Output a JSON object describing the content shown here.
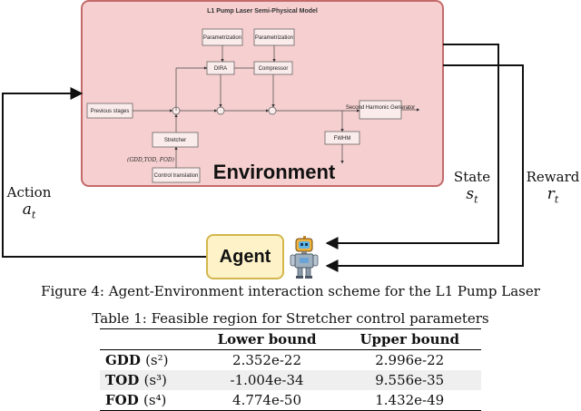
{
  "figure": {
    "model_title": "L1 Pump Laser Semi-Physical Model",
    "environment_label": "Environment",
    "agent_label": "Agent",
    "action_label": "Action",
    "action_symbol": "a",
    "action_sub": "t",
    "state_label": "State",
    "state_symbol": "s",
    "state_sub": "t",
    "reward_label": "Reward",
    "reward_symbol": "r",
    "reward_sub": "t",
    "blocks": {
      "parametrization_1": "Parametrization",
      "parametrization_2": "Parametrization",
      "dira": "DIRA",
      "compressor": "Compressor",
      "stretcher": "Stretcher",
      "control_translation": "Control translation",
      "previous_stages": "Previous stages",
      "fwhm": "FWHM",
      "shg": "Second Harmonic Generator",
      "dispersion_params": "(GDD,TOD, FOD)"
    },
    "colors": {
      "env_fill": "#f6d0d0",
      "env_border": "#c46a6a",
      "agent_fill": "#fdf2c8",
      "agent_border": "#d3b64c"
    },
    "robot_icon": "robot-icon"
  },
  "figure_caption": "Figure 4: Agent-Environment interaction scheme for the L1 Pump Laser",
  "table": {
    "caption": "Table 1: Feasible region for Stretcher control parameters",
    "headers": [
      "",
      "Lower bound",
      "Upper bound"
    ],
    "rows": [
      {
        "name": "GDD",
        "unit": "(s²)",
        "lower": "2.352e-22",
        "upper": "2.996e-22"
      },
      {
        "name": "TOD",
        "unit": "(s³)",
        "lower": "-1.004e-34",
        "upper": "9.556e-35"
      },
      {
        "name": "FOD",
        "unit": "(s⁴)",
        "lower": "4.774e-50",
        "upper": "1.432e-49"
      }
    ]
  }
}
